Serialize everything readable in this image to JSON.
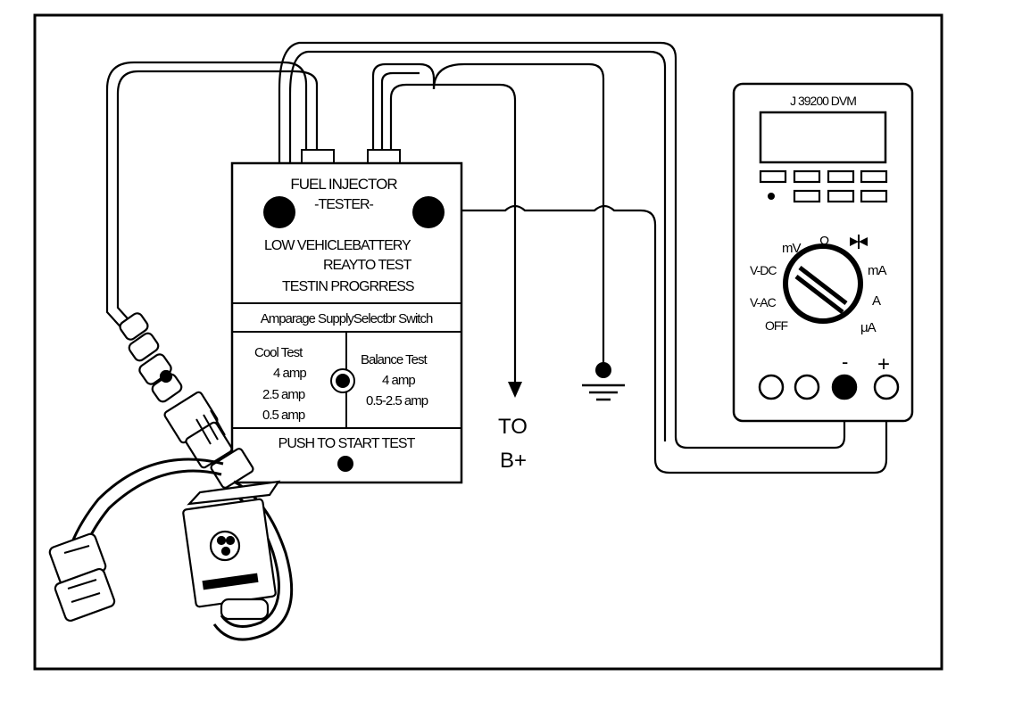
{
  "tester": {
    "title_line1": "FUEL INJECTOR",
    "title_line2": "-TESTER-",
    "status_low_battery": "LOW  VEHICLEBATTERY",
    "status_ready": "REAYTO TEST",
    "status_in_progress": "TESTIN PROGRRESS",
    "selector_label": "Amparage SupplySelectbr  Switch",
    "cool_test": {
      "heading": "Cool Test",
      "options": [
        "4 amp",
        "2.5 amp",
        "0.5 amp"
      ]
    },
    "balance_test": {
      "heading": "Balance Test",
      "options": [
        "4 amp",
        "0.5-2.5 amp"
      ]
    },
    "push_label": "PUSH TO START TEST"
  },
  "supply": {
    "to_label": "TO",
    "b_plus_label": "B+"
  },
  "dvm": {
    "title": "J 39200 DVM",
    "dial_labels": {
      "mv": "mV",
      "ohm": "Ω",
      "vdc": "V-DC",
      "vac": "V-AC",
      "off": "OFF",
      "ma": "mA",
      "a": "A",
      "ua": "μA"
    },
    "minus_label": "-",
    "plus_label": "+"
  },
  "icons": [
    "ground-icon",
    "diode-icon",
    "arrow-down-icon",
    "rotary-dial-icon"
  ]
}
